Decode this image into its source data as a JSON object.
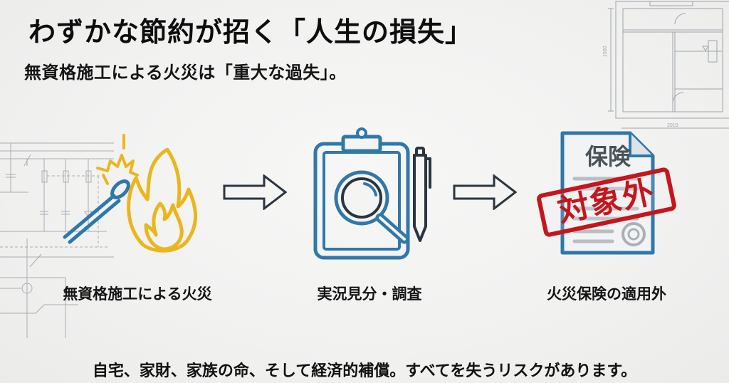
{
  "title": "わずかな節約が招く「人生の損失」",
  "subtitle": "無資格施工による火災は「重大な過失」。",
  "steps": [
    {
      "label": "無資格施工による火災",
      "icon": "match-fire-icon"
    },
    {
      "label": "実況見分・調査",
      "icon": "clipboard-magnifier-icon"
    },
    {
      "label": "火災保険の適用外",
      "icon": "insurance-document-stamp-icon"
    }
  ],
  "arrows": [
    "right-arrow-icon",
    "right-arrow-icon"
  ],
  "document": {
    "header": "保険",
    "stamp": "対象外"
  },
  "blueprint": {
    "dimension_vertical": "1500",
    "dimension_horizontal": "2010"
  },
  "footer": "自宅、家財、家族の命、そして経済的補償。すべてを失うリスクがあります。",
  "colors": {
    "blue": "#2f78aa",
    "yellow": "#eab61d",
    "red": "#c4161c",
    "dark": "#2b3540",
    "gray_line": "#9aa0a6"
  }
}
